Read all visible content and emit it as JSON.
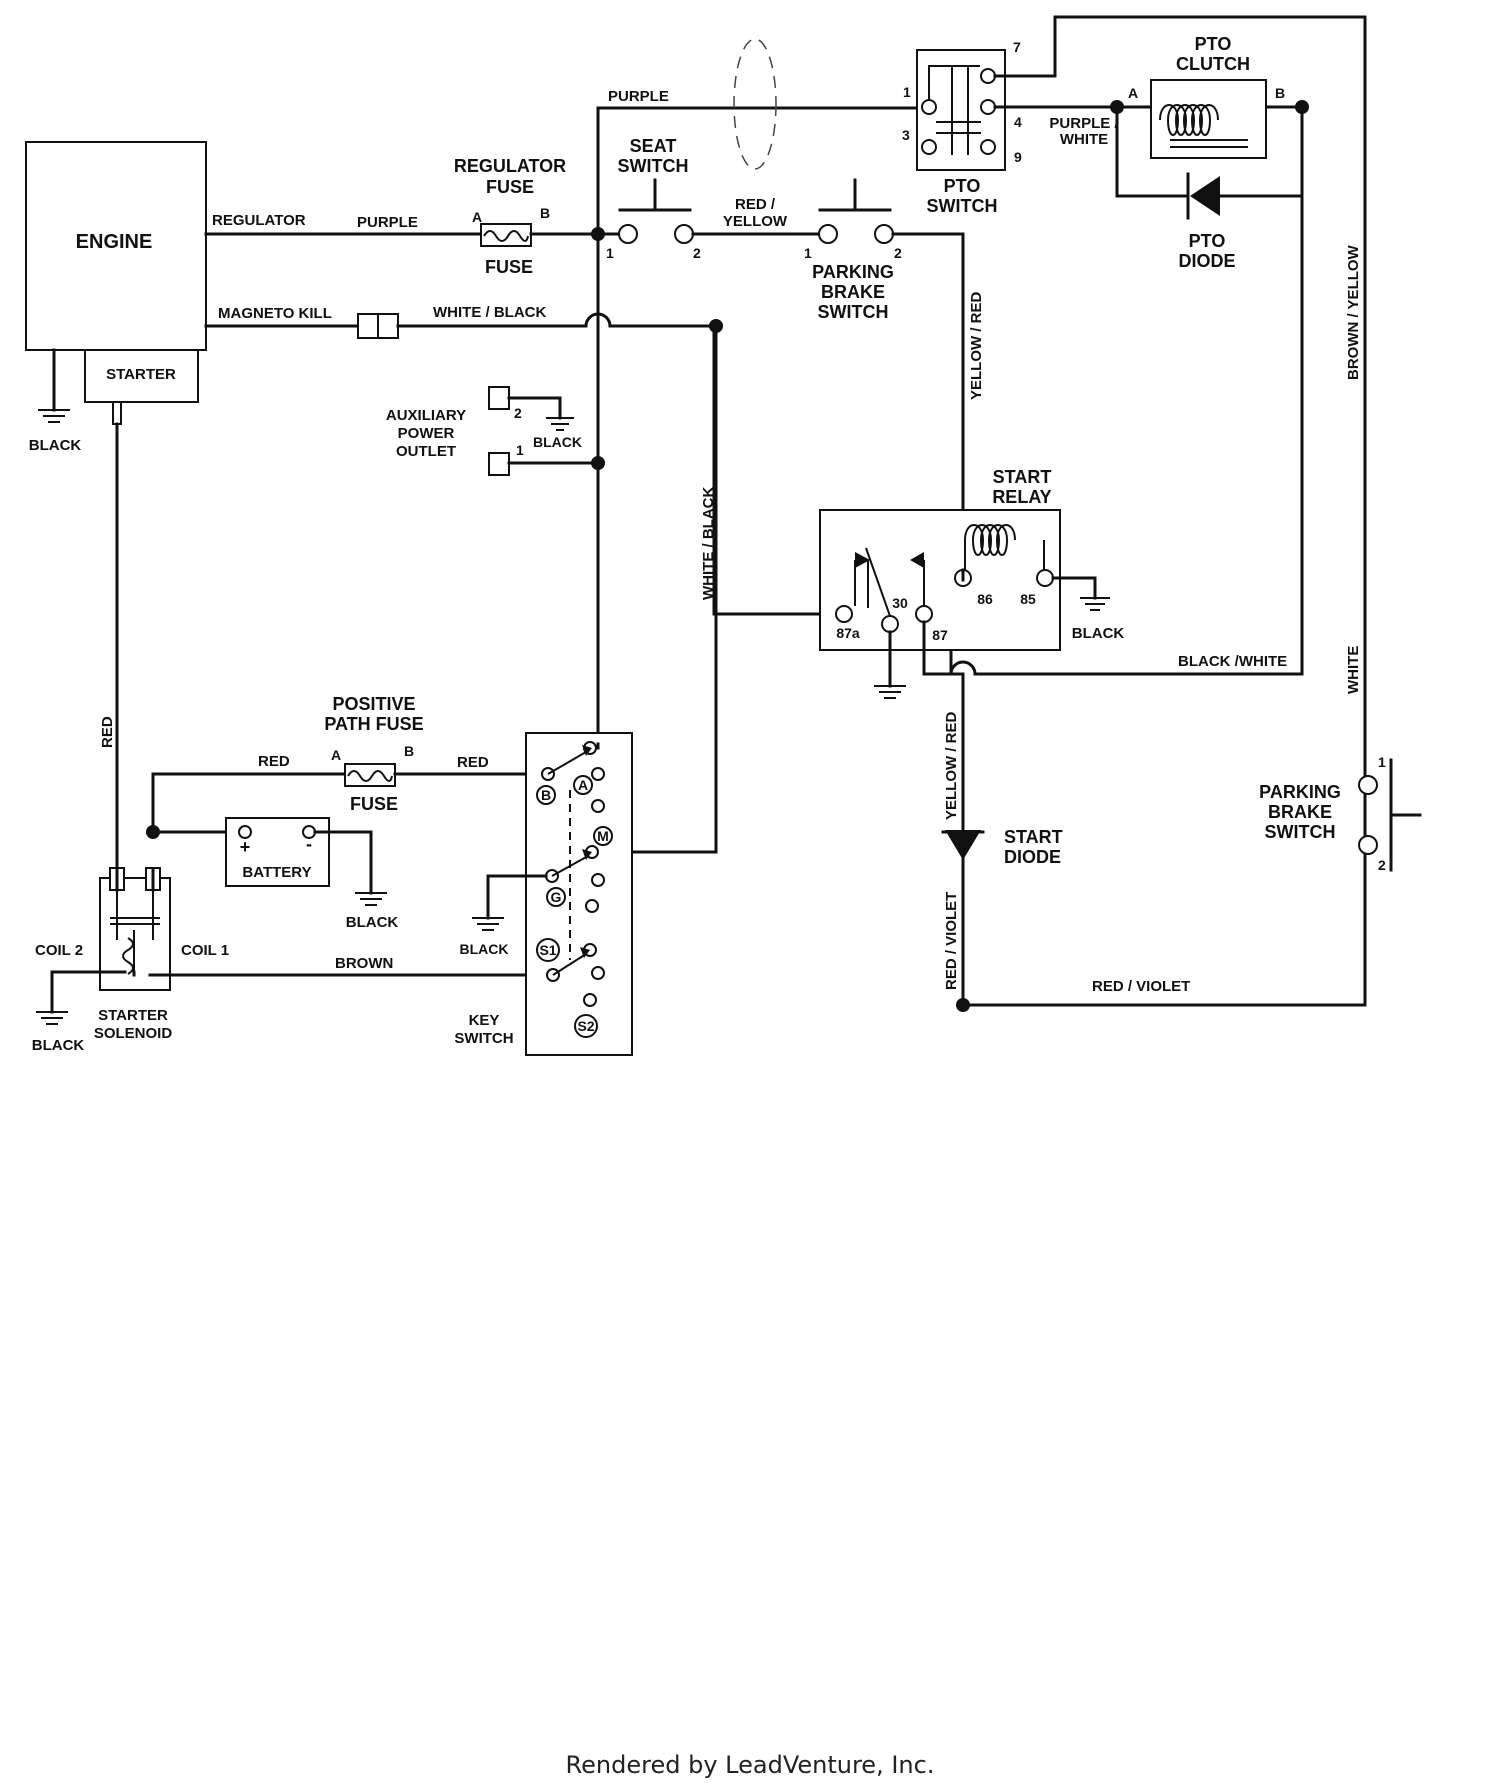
{
  "labels": {
    "engine": "ENGINE",
    "starter": "STARTER",
    "black": "BLACK",
    "regulator": "REGULATOR",
    "purple": "PURPLE",
    "magneto_kill": "MAGNETO KILL",
    "white_black": "WHITE / BLACK",
    "white_black_v": "WHITE / BLACK",
    "regulator_fuse_1": "REGULATOR",
    "regulator_fuse_2": "FUSE",
    "fuse": "FUSE",
    "a": "A",
    "b": "B",
    "seat_switch_1": "SEAT",
    "seat_switch_2": "SWITCH",
    "red_yellow_1": "RED /",
    "red_yellow_2": "YELLOW",
    "parking_brake_1": "PARKING",
    "parking_brake_2": "BRAKE",
    "parking_brake_3": "SWITCH",
    "pto_switch_1": "PTO",
    "pto_switch_2": "SWITCH",
    "pto_clutch_1": "PTO",
    "pto_clutch_2": "CLUTCH",
    "purple_white_1": "PURPLE /",
    "purple_white_2": "WHITE",
    "pto_diode_1": "PTO",
    "pto_diode_2": "DIODE",
    "brown_yellow": "BROWN / YELLOW",
    "yellow_red": "YELLOW / RED",
    "aux_1": "AUXILIARY",
    "aux_2": "POWER",
    "aux_3": "OUTLET",
    "start_relay_1": "START",
    "start_relay_2": "RELAY",
    "black_white": "BLACK /WHITE",
    "white": "WHITE",
    "red": "RED",
    "positive_path_1": "POSITIVE",
    "positive_path_2": "PATH FUSE",
    "battery": "BATTERY",
    "plus": "+",
    "minus": "-",
    "coil_1": "COIL 1",
    "coil_2": "COIL 2",
    "brown": "BROWN",
    "starter_solenoid_1": "STARTER",
    "starter_solenoid_2": "SOLENOID",
    "key_switch_1": "KEY",
    "key_switch_2": "SWITCH",
    "start_diode_1": "START",
    "start_diode_2": "DIODE",
    "red_violet": "RED / VIOLET",
    "n1": "1",
    "n2": "2",
    "n3": "3",
    "n4": "4",
    "n7": "7",
    "n9": "9",
    "n30": "30",
    "n85": "85",
    "n86": "86",
    "n87": "87",
    "n87a": "87a",
    "key_b": "B",
    "key_a": "A",
    "key_m": "M",
    "key_g": "G",
    "key_s1": "S1",
    "key_s2": "S2"
  },
  "footer": "Rendered by LeadVenture, Inc."
}
